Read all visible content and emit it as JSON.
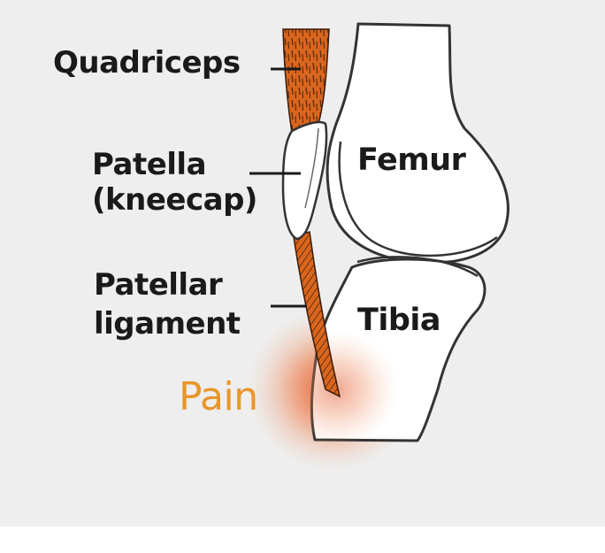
{
  "labels": {
    "quadriceps": "Quadriceps",
    "patella_line1": "Patella",
    "patella_line2": "(kneecap)",
    "ligament_line1": "Patellar",
    "ligament_line2": "ligament",
    "femur": "Femur",
    "tibia": "Tibia",
    "pain": "Pain"
  },
  "colors": {
    "background": "#eeeeee",
    "tendon_orange": "#d9661e",
    "pain_orange": "#e8962a",
    "pain_glow": "#e0552a",
    "outline": "#333333",
    "bone_fill": "#ffffff",
    "label_text": "#1a1a1a"
  }
}
